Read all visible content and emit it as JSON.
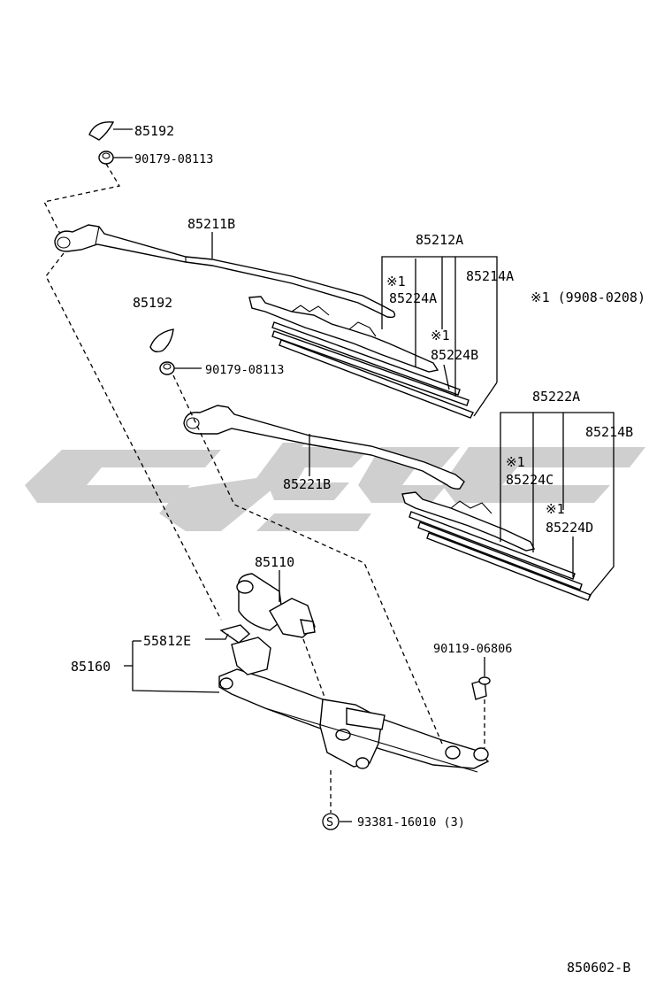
{
  "labels": {
    "p85192_top": "85192",
    "p90179_top": "90179-08113",
    "p85211B": "85211B",
    "p85212A": "85212A",
    "p85214A": "85214A",
    "note1": "※1 (9908-0208)",
    "mark_a": "※1",
    "p85224A": "85224A",
    "mark_b": "※1",
    "p85224B": "85224B",
    "p85192_mid": "85192",
    "p90179_mid": "90179-08113",
    "p85222A": "85222A",
    "p85214B": "85214B",
    "mark_c": "※1",
    "p85224C": "85224C",
    "p85221B": "85221B",
    "mark_d": "※1",
    "p85224D": "85224D",
    "p85110": "85110",
    "p55812E": "55812E",
    "p85160": "85160",
    "p90119": "90119-06806",
    "s_mark": "S",
    "p93381": "93381-16010 (3)",
    "diagram_code": "850602-B"
  },
  "colors": {
    "line": "#000000",
    "watermark": "#cfcfcf",
    "background": "#ffffff"
  }
}
